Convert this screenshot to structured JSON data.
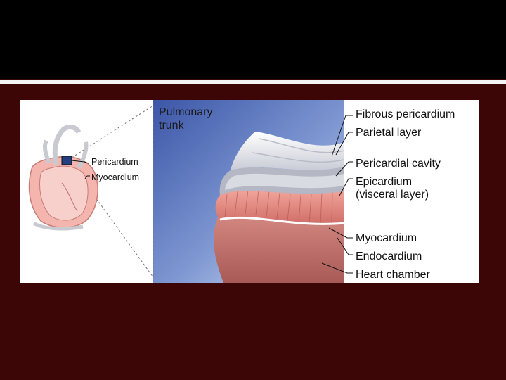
{
  "figure": {
    "colors": {
      "background": "#3d0606",
      "header": "#000000",
      "panel": "#ffffff"
    },
    "labels": {
      "pulmonary_trunk_line1": "Pulmonary",
      "pulmonary_trunk_line2": "trunk",
      "pericardium": "Pericardium",
      "myocardium_small": "Myocardium",
      "fibrous_pericardium": "Fibrous pericardium",
      "parietal_layer": "Parietal layer",
      "pericardial_cavity": "Pericardial cavity",
      "epicardium_line1": "Epicardium",
      "epicardium_line2": "(visceral layer)",
      "myocardium": "Myocardium",
      "endocardium": "Endocardium",
      "heart_chamber": "Heart chamber"
    }
  }
}
